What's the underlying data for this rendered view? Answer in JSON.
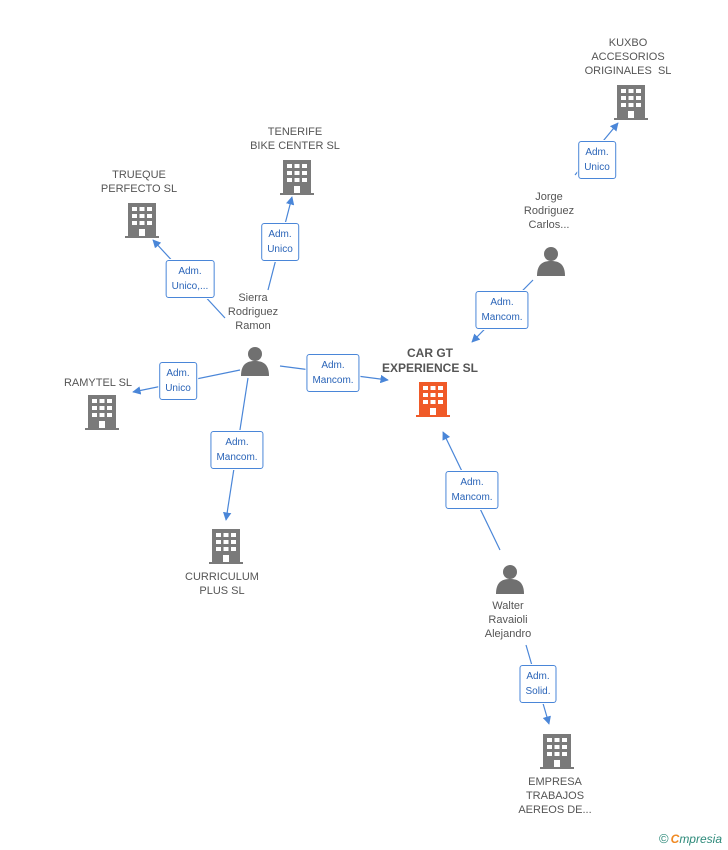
{
  "nodes": {
    "car_gt": {
      "label": "CAR GT\nEXPERIENCE SL",
      "kind": "company",
      "highlight": true
    },
    "kuxbo": {
      "label": "KUXBO\nACCESORIOS\nORIGINALES  SL",
      "kind": "company"
    },
    "tenerife": {
      "label": "TENERIFE\nBIKE CENTER SL",
      "kind": "company"
    },
    "trueque": {
      "label": "TRUEQUE\nPERFECTO SL",
      "kind": "company"
    },
    "ramytel": {
      "label": "RAMYTEL SL",
      "kind": "company"
    },
    "curriculum": {
      "label": "CURRICULUM\nPLUS SL",
      "kind": "company"
    },
    "empresa": {
      "label": "EMPRESA\nTRABAJOS\nAEREOS DE...",
      "kind": "company"
    },
    "sierra": {
      "label": "Sierra\nRodriguez\nRamon",
      "kind": "person"
    },
    "jorge": {
      "label": "Jorge\nRodriguez\nCarlos...",
      "kind": "person"
    },
    "walter": {
      "label": "Walter\nRavaioli\nAlejandro",
      "kind": "person"
    }
  },
  "relations": {
    "jorge_kuxbo": "Adm.\nUnico",
    "jorge_cargt": "Adm.\nMancom.",
    "sierra_tenerife": "Adm.\nUnico",
    "sierra_trueque": "Adm.\nUnico,...",
    "sierra_ramytel": "Adm.\nUnico",
    "sierra_cargt": "Adm.\nMancom.",
    "sierra_curriculum": "Adm.\nMancom.",
    "walter_cargt": "Adm.\nMancom.",
    "walter_empresa": "Adm.\nSolid."
  },
  "footer": {
    "copyright": "©",
    "brand_initial": "C",
    "brand_rest": "mpresia"
  },
  "colors": {
    "company": "#7a7a7a",
    "highlight": "#f05a28",
    "person": "#707070",
    "edge": "#4a86d8",
    "role_text": "#2a64b8"
  }
}
